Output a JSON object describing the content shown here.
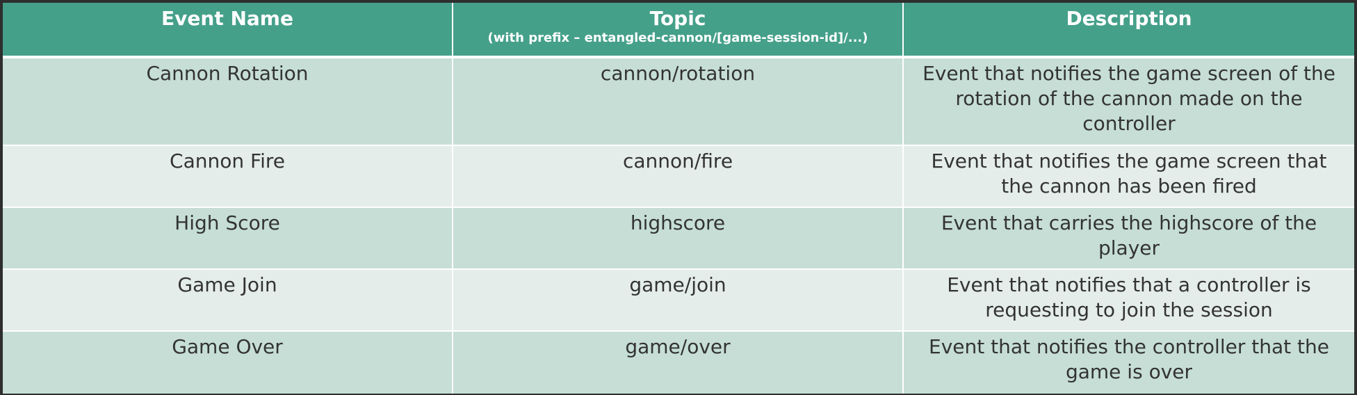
{
  "table": {
    "headers": [
      {
        "label": "Event Name",
        "sub": ""
      },
      {
        "label": "Topic",
        "sub": "(with prefix – entangled-cannon/[game-session-id]/...)"
      },
      {
        "label": "Description",
        "sub": ""
      }
    ],
    "rows": [
      {
        "name": "Cannon Rotation",
        "topic": "cannon/rotation",
        "description": "Event that notifies the game screen of the rotation of the cannon made on the controller"
      },
      {
        "name": "Cannon Fire",
        "topic": "cannon/fire",
        "description": "Event that notifies the game screen that the cannon has been fired"
      },
      {
        "name": "High Score",
        "topic": "highscore",
        "description": "Event that carries the highscore of the player"
      },
      {
        "name": "Game Join",
        "topic": "game/join",
        "description": "Event that notifies that a controller is requesting to join the session"
      },
      {
        "name": "Game Over",
        "topic": "game/over",
        "description": "Event that notifies the controller that the game is over"
      }
    ]
  },
  "colors": {
    "header_bg": "#45a08a",
    "row_odd_bg": "#c6ded6",
    "row_even_bg": "#e4ede9",
    "text": "#333333",
    "frame": "#2e2e2e"
  }
}
